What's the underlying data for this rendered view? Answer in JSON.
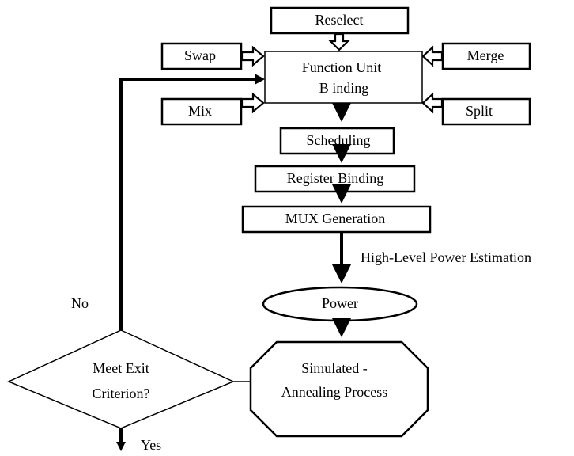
{
  "nodes": {
    "reselect": "Reselect",
    "swap": "Swap",
    "merge": "Merge",
    "fu_binding_line1": "Function Unit",
    "fu_binding_line2": "B inding",
    "mix": "Mix",
    "split": "Split",
    "scheduling": "Scheduling",
    "register_binding": "Register Binding",
    "mux_generation": "MUX Generation",
    "power": "Power",
    "sa_line1": "Simulated  -",
    "sa_line2": "Annealing Process",
    "exit_line1": "Meet Exit",
    "exit_line2": "Criterion?"
  },
  "labels": {
    "power_estimation": "High-Level Power Estimation",
    "no": "No",
    "yes": "Yes"
  }
}
